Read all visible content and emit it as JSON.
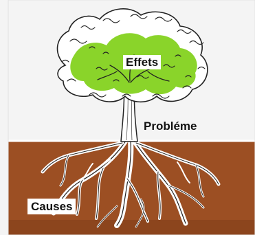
{
  "labels": {
    "effects": "Effets",
    "problem": "Probléme",
    "causes": "Causes"
  },
  "colors": {
    "canopy_highlight": "#8ad42a",
    "soil": "#9c4f23",
    "ink": "#111111",
    "ground_surface": "#ffffff"
  }
}
